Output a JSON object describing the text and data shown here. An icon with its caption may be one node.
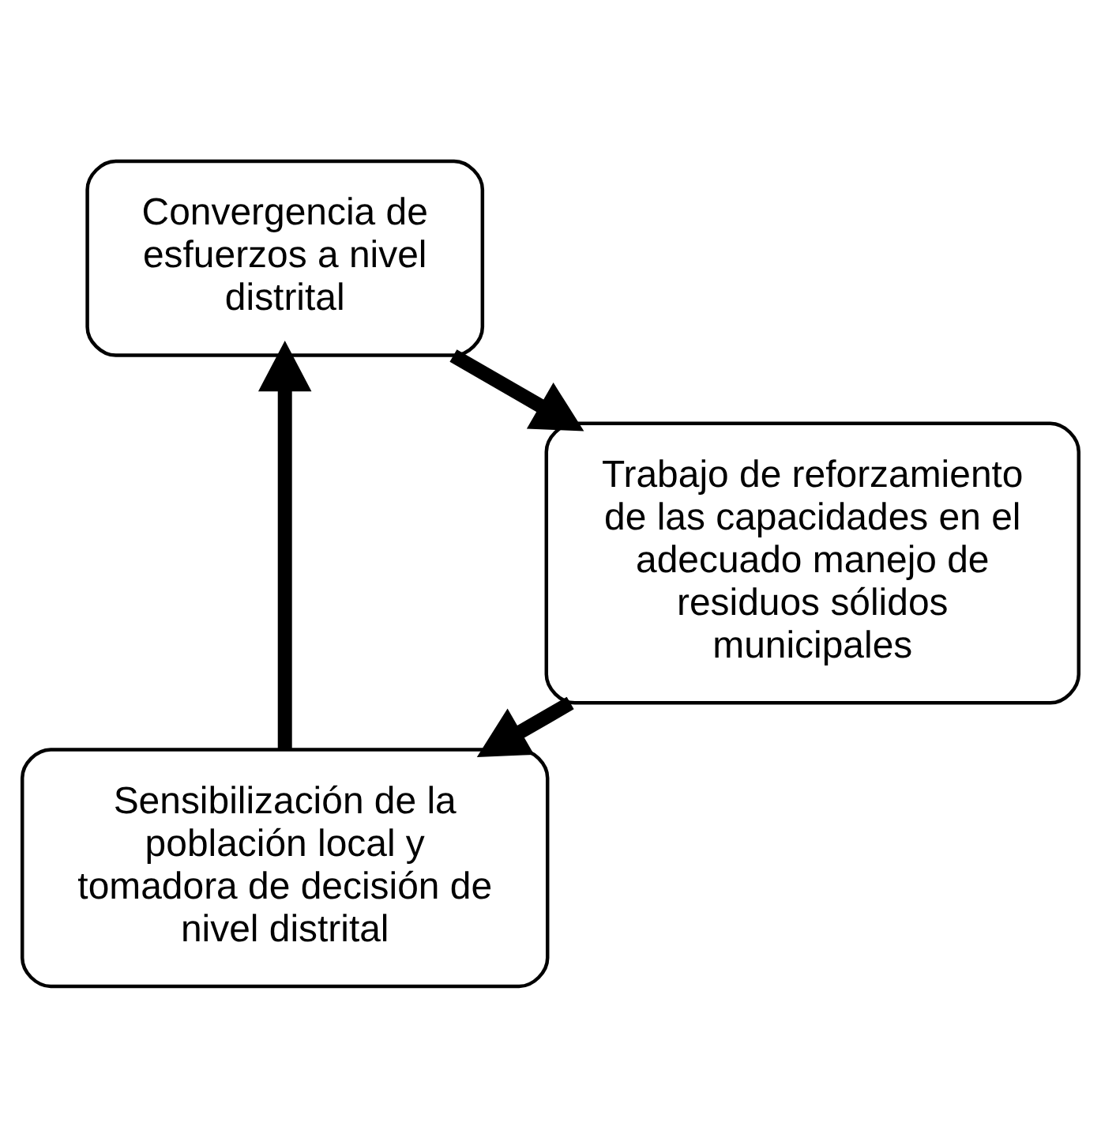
{
  "diagram": {
    "nodes": [
      {
        "text": [
          "Sensibilización de la población local y tomadora de decisión de nivel distrital"
        ]
      },
      {
        "text": [
          "Convergencia de esfuerzos a nivel distrital"
        ]
      },
      {
        "text": [
          "Trabajo de reforzamiento de las capacidades en el adecuado manejo de residuos sólidos municipales"
        ]
      }
    ],
    "edges": [
      {
        "from": 0,
        "to": 1,
        "arrow": "to"
      },
      {
        "from": 1,
        "to": 2,
        "arrow": "to"
      },
      {
        "from": 2,
        "to": 0,
        "arrow": "to"
      }
    ]
  }
}
